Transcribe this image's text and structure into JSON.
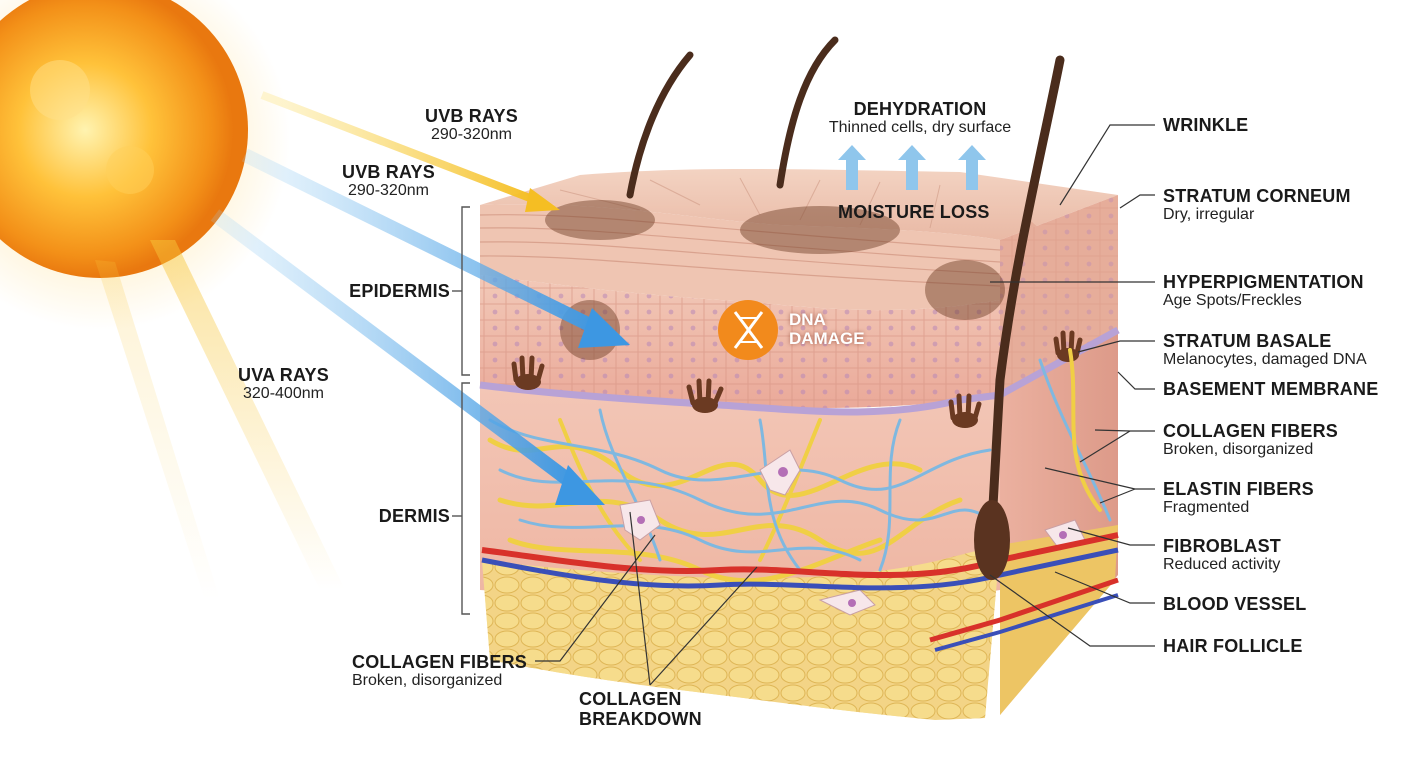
{
  "rays": {
    "uvb_upper": {
      "title": "UVB RAYS",
      "sub": "290-320nm"
    },
    "uvb_lower": {
      "title": "UVB RAYS",
      "sub": "290-320nm"
    },
    "uva": {
      "title": "UVA RAYS",
      "sub": "320-400nm"
    }
  },
  "layers": {
    "epidermis": "EPIDERMIS",
    "dermis": "DERMIS"
  },
  "top": {
    "dehydration": {
      "title": "DEHYDRATION",
      "sub": "Thinned cells, dry surface"
    },
    "moisture_loss": "MOISTURE LOSS",
    "dna_damage": [
      "DNA",
      "DAMAGE"
    ]
  },
  "right_labels": [
    {
      "title": "WRINKLE",
      "sub": ""
    },
    {
      "title": "STRATUM CORNEUM",
      "sub": "Dry, irregular"
    },
    {
      "title": "HYPERPIGMENTATION",
      "sub": "Age Spots/Freckles"
    },
    {
      "title": "STRATUM BASALE",
      "sub": "Melanocytes, damaged DNA"
    },
    {
      "title": "BASEMENT MEMBRANE",
      "sub": ""
    },
    {
      "title": "COLLAGEN FIBERS",
      "sub": "Broken, disorganized"
    },
    {
      "title": "ELASTIN FIBERS",
      "sub": "Fragmented"
    },
    {
      "title": "FIBROBLAST",
      "sub": "Reduced activity"
    },
    {
      "title": "BLOOD VESSEL",
      "sub": ""
    },
    {
      "title": "HAIR FOLLICLE",
      "sub": ""
    }
  ],
  "bottom": {
    "collagen_fibers": {
      "title": "COLLAGEN FIBERS",
      "sub": "Broken, disorganized"
    },
    "collagen_breakdown": [
      "COLLAGEN",
      "BREAKDOWN"
    ]
  },
  "colors": {
    "sun": "#f7a41d",
    "uvb_arrow": "#4aa3e8",
    "uva_arrow": "#f5c531",
    "epidermis": "#efb9a8",
    "dermis": "#f1c2b0",
    "fat": "#f1d17a",
    "collagen": "#f0cf45",
    "elastin": "#7fb8e0",
    "artery": "#d8312a",
    "vein": "#3a4fb8",
    "melanin": "#6b3a22",
    "dna_badge": "#f28a1c"
  }
}
